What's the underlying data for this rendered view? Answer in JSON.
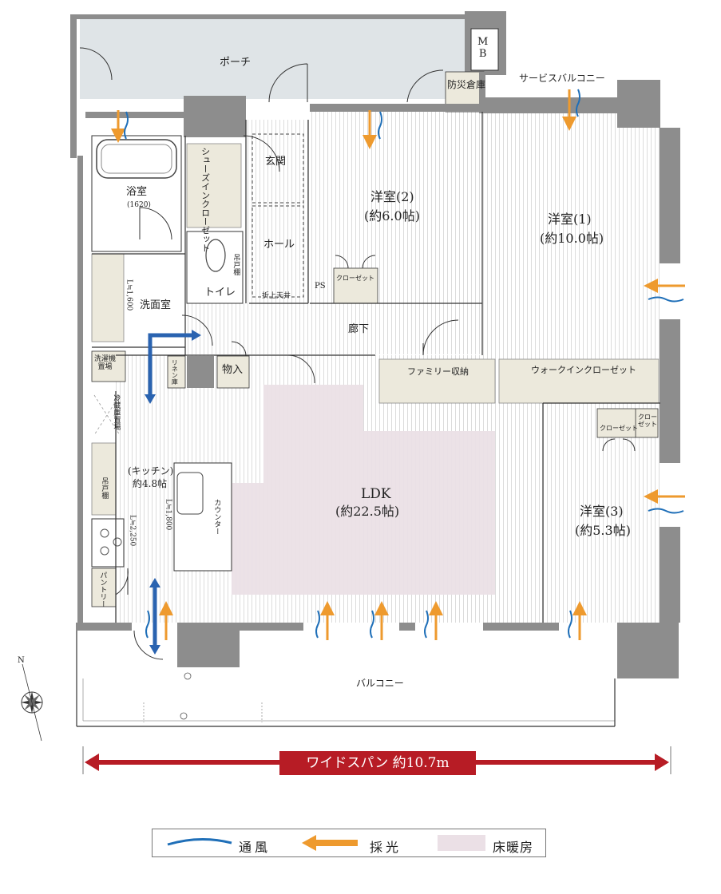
{
  "colors": {
    "wall": "#8d8d8d",
    "porch": "#dfe4e7",
    "storage": "#ece9dc",
    "floor_heating": "#ebe0e6",
    "wind": "#1f6fb8",
    "light": "#ee9a2e",
    "span_bar": "#b71c25",
    "circulation_arrow": "#2a63b0"
  },
  "rooms": {
    "porch": "ポーチ",
    "mb": "M\nB",
    "disaster_storage": "防災倉庫",
    "service_balcony": "サービスバルコニー",
    "genkan": "玄関",
    "shoe_closet": "シューズインクローゼット",
    "bath": "浴室",
    "bath_size": "(1620)",
    "hall": "ホール",
    "toilet": "トイレ",
    "hanging_shelf": "吊戸棚",
    "folded_ceiling": "折上天井",
    "ps": "PS",
    "closet": "クローゼット",
    "closet_small": "クロー\nゼット",
    "washroom": "洗面室",
    "wash_length": "L≒1,600",
    "washer": "洗濯機\n置場",
    "corridor": "廊下",
    "linen": "リネン庫",
    "storage": "物入",
    "family_storage": "ファミリー収納",
    "walkin_closet": "ウォークインクローゼット",
    "fridge": "冷蔵庫置場",
    "kitchen_name": "(キッチン)",
    "kitchen_size": "約4.8帖",
    "kitchen_shelf": "吊戸棚",
    "kitchen_length": "L≒2,250",
    "counter": "カウンター",
    "counter_length": "L≒1,800",
    "pantry": "パントリー",
    "ldk_name": "LDK",
    "ldk_size": "(約22.5帖)",
    "room1_name": "洋室(1)",
    "room1_size": "(約10.0帖)",
    "room2_name": "洋室(2)",
    "room2_size": "(約6.0帖)",
    "room3_name": "洋室(3)",
    "room3_size": "(約5.3帖)",
    "balcony": "バルコニー"
  },
  "compass": {
    "north": "N"
  },
  "span": {
    "label": "ワイドスパン 約10.7m"
  },
  "legend": {
    "wind": "通風",
    "light": "採光",
    "floor_heating": "床暖房"
  }
}
